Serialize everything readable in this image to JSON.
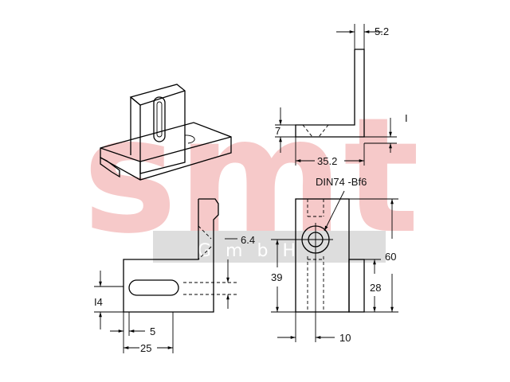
{
  "watermark": {
    "brand": "smt",
    "sub": "GmbH",
    "color": "#f6c9c9",
    "band_color": "#dddddd"
  },
  "dimensions": {
    "top_width": "5.2",
    "base_height": "7",
    "base_thickness": "I",
    "base_length": "35.2",
    "screw": "DIN74 -Bf6",
    "hole_diameter": "6.4",
    "total_height": "60",
    "hole_height": "39",
    "lower_height": "28",
    "wall_offset": "10",
    "slot_height": "I4",
    "slot_offset": "5",
    "slot_width": "25"
  }
}
